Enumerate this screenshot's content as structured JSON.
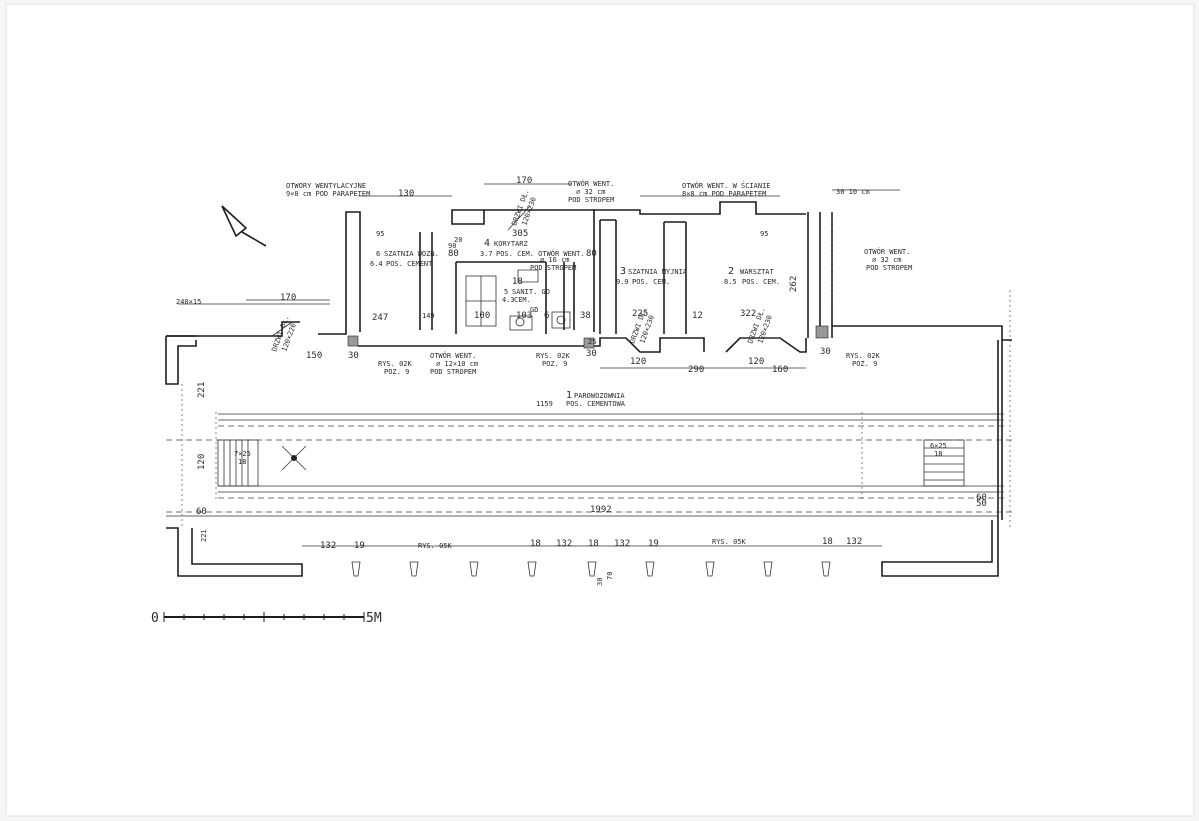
{
  "rooms": {
    "r1_number": "1",
    "r1_name": "PAROWOZOWNIA",
    "r1_area": "1159",
    "r1_floor": "POS. CEMENTOWA",
    "r2_number": "2",
    "r2_name": "WARSZTAT",
    "r2_area": "8.5",
    "r2_floor": "POS. CEM.",
    "r3_number": "3",
    "r3_name": "SZATNIA MYJNIA",
    "r3_area": "9.9",
    "r3_floor": "POS. CEM.",
    "r4_number": "4",
    "r4_name": "KORYTARZ",
    "r4_area": "3.7",
    "r4_note": "POS. CEM. OTWÓR WENT.",
    "r4_note2": "⌀ 16 cm",
    "r4_note3": "POD STROPEM",
    "r5_number": "5",
    "r5_name": "SANIT. GD",
    "r5_area": "4.3",
    "r5_floor": "CEM.",
    "r5_fixture": "GD",
    "r6_number": "6",
    "r6_name": "SZATNIA WOZN.",
    "r6_area": "6.4",
    "r6_floor": "POS. CEMENT"
  },
  "notes": {
    "vent_top_left": "OTWORY WENTYLACYJNE",
    "vent_top_left_2": "9×8 cm POD PARAPETEM",
    "vent_top_mid": "OTWÓR WENT.",
    "vent_top_mid_2": "⌀ 32 cm",
    "vent_top_mid_3": "POD STROPEM",
    "vent_top_right": "OTWÓR WENT. W ŚCIANIE",
    "vent_top_right_2": "8×8 cm POD PARAPETEM",
    "vent_right": "OTWÓR WENT.",
    "vent_right_2": "⌀ 32 cm",
    "vent_right_3": "POD STROPEM",
    "vent_bottom": "OTWÓR WENT.",
    "vent_bottom_2": "⌀ 12×10 cm",
    "vent_bottom_3": "POD STROPEM",
    "door1": "DRZWI DŁ.",
    "door1_2": "120×220",
    "door2": "DRZWI DŁ.",
    "door2_2": "120×230",
    "door3": "DRZWI DŁ.",
    "door3_2": "120×230",
    "door4": "DRZWI DŁ.",
    "door4_2": "120×230",
    "rys_1": "RYS. 02K",
    "rys_1b": "POZ. 9",
    "rys_2": "RYS. 02K",
    "rys_2b": "POZ. 9",
    "rys_3": "RYS. 02K",
    "rys_3b": "POZ. 9",
    "rys_4": "RYS. 05K",
    "rys_5": "RYS. 05K",
    "stairs_left": "7×25",
    "stairs_left_2": "18",
    "stairs_right": "6×25",
    "stairs_right_2": "18",
    "vent_right_top": "30 10 cm"
  },
  "dimensions": {
    "d_170_top": "170",
    "d_130": "130",
    "d_305": "305",
    "d_170_left": "170",
    "d_240": "240×15",
    "d_247": "247",
    "d_149": "149",
    "d_225": "225",
    "d_12": "12",
    "d_322": "322",
    "d_262": "262",
    "d_290": "290",
    "d_160": "160",
    "d_120_a": "120",
    "d_120_b": "120",
    "d_150": "150",
    "d_30_a": "30",
    "d_30_b": "30",
    "d_30_c": "30",
    "d_221_a": "221",
    "d_221_b": "221",
    "d_120_v": "120",
    "d_60_a": "60",
    "d_60_b": "60",
    "d_50": "50",
    "d_1992": "1992",
    "d_100": "100",
    "d_103": "103",
    "d_38": "38",
    "d_18": "18",
    "d_6": "6",
    "d_95_a": "95",
    "d_95_b": "95",
    "d_90": "90",
    "d_80_a": "80",
    "d_80_b": "80",
    "d_20": "20",
    "d_25": "25",
    "d_132_a": "132",
    "d_19_a": "19",
    "d_18_b": "18",
    "d_132_b": "132",
    "d_18_c": "18",
    "d_132_c": "132",
    "d_19_b": "19",
    "d_18_d": "18",
    "d_132_d": "132",
    "d_30_v": "30",
    "d_70": "70"
  },
  "scale_bar": {
    "start": "0",
    "end": "5M"
  },
  "colors": {
    "paper": "#ffffff",
    "ink": "#1e1e1e"
  }
}
